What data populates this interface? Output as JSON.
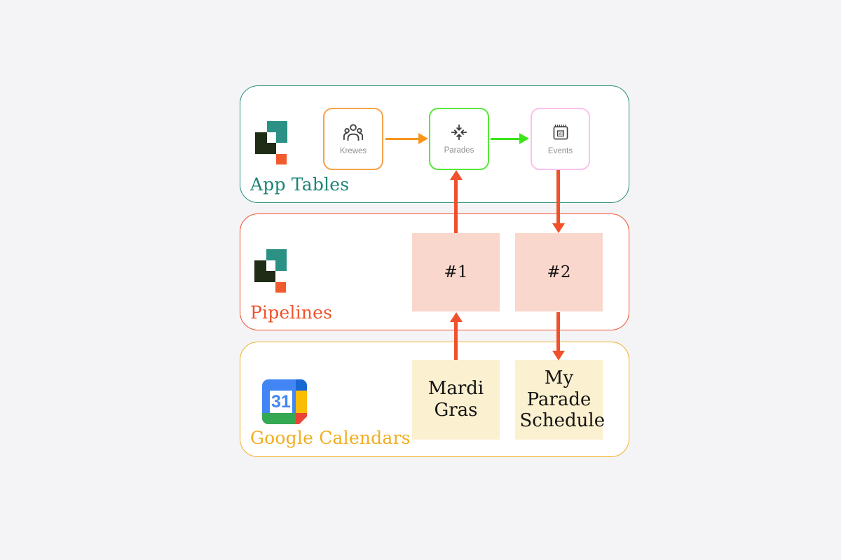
{
  "background_color": "#f4f4f6",
  "app_tables": {
    "label": "App Tables",
    "border_color": "#2a8f7c",
    "label_color": "#1e8476",
    "nodes": [
      {
        "label": "Krewes",
        "border_color": "#f7a34c",
        "icon": "group-icon"
      },
      {
        "label": "Parades",
        "border_color": "#58e73a",
        "icon": "collapse-arrows-icon"
      },
      {
        "label": "Events",
        "border_color": "#fcc0ee",
        "icon": "calendar-icon",
        "icon_day": "30"
      }
    ]
  },
  "pipelines": {
    "label": "Pipelines",
    "border_color": "#f0512c",
    "label_color": "#f0512c",
    "box_bg": "#f9d7cc",
    "boxes": [
      {
        "label": "#1"
      },
      {
        "label": "#2"
      }
    ]
  },
  "google_calendars": {
    "label": "Google Calendars",
    "border_color": "#f0b02a",
    "label_color": "#f0ad1f",
    "box_bg": "#fbf0cf",
    "logo_day": "31",
    "logo_colors": {
      "blue": "#4285f4",
      "dark_blue": "#1967d2",
      "yellow": "#fbbc04",
      "green": "#34a853",
      "red": "#ea4335"
    },
    "boxes": [
      {
        "label": "Mardi Gras"
      },
      {
        "label": "My Parade Schedule"
      }
    ]
  },
  "app_logo_colors": {
    "teal": "#2a9184",
    "dark_green": "#1f2d17",
    "orange": "#f05c2e"
  },
  "arrows": [
    {
      "name": "krewes-to-parades",
      "color": "#f6961d",
      "direction": "right"
    },
    {
      "name": "parades-to-events",
      "color": "#3ce41a",
      "direction": "right"
    },
    {
      "name": "pipeline-1-to-parades",
      "color": "#f0512c",
      "direction": "up"
    },
    {
      "name": "events-to-pipeline-2",
      "color": "#f0512c",
      "direction": "down"
    },
    {
      "name": "mardi-gras-to-pipeline-1",
      "color": "#f0512c",
      "direction": "up"
    },
    {
      "name": "pipeline-2-to-my-parade-schedule",
      "color": "#f0512c",
      "direction": "down"
    }
  ]
}
